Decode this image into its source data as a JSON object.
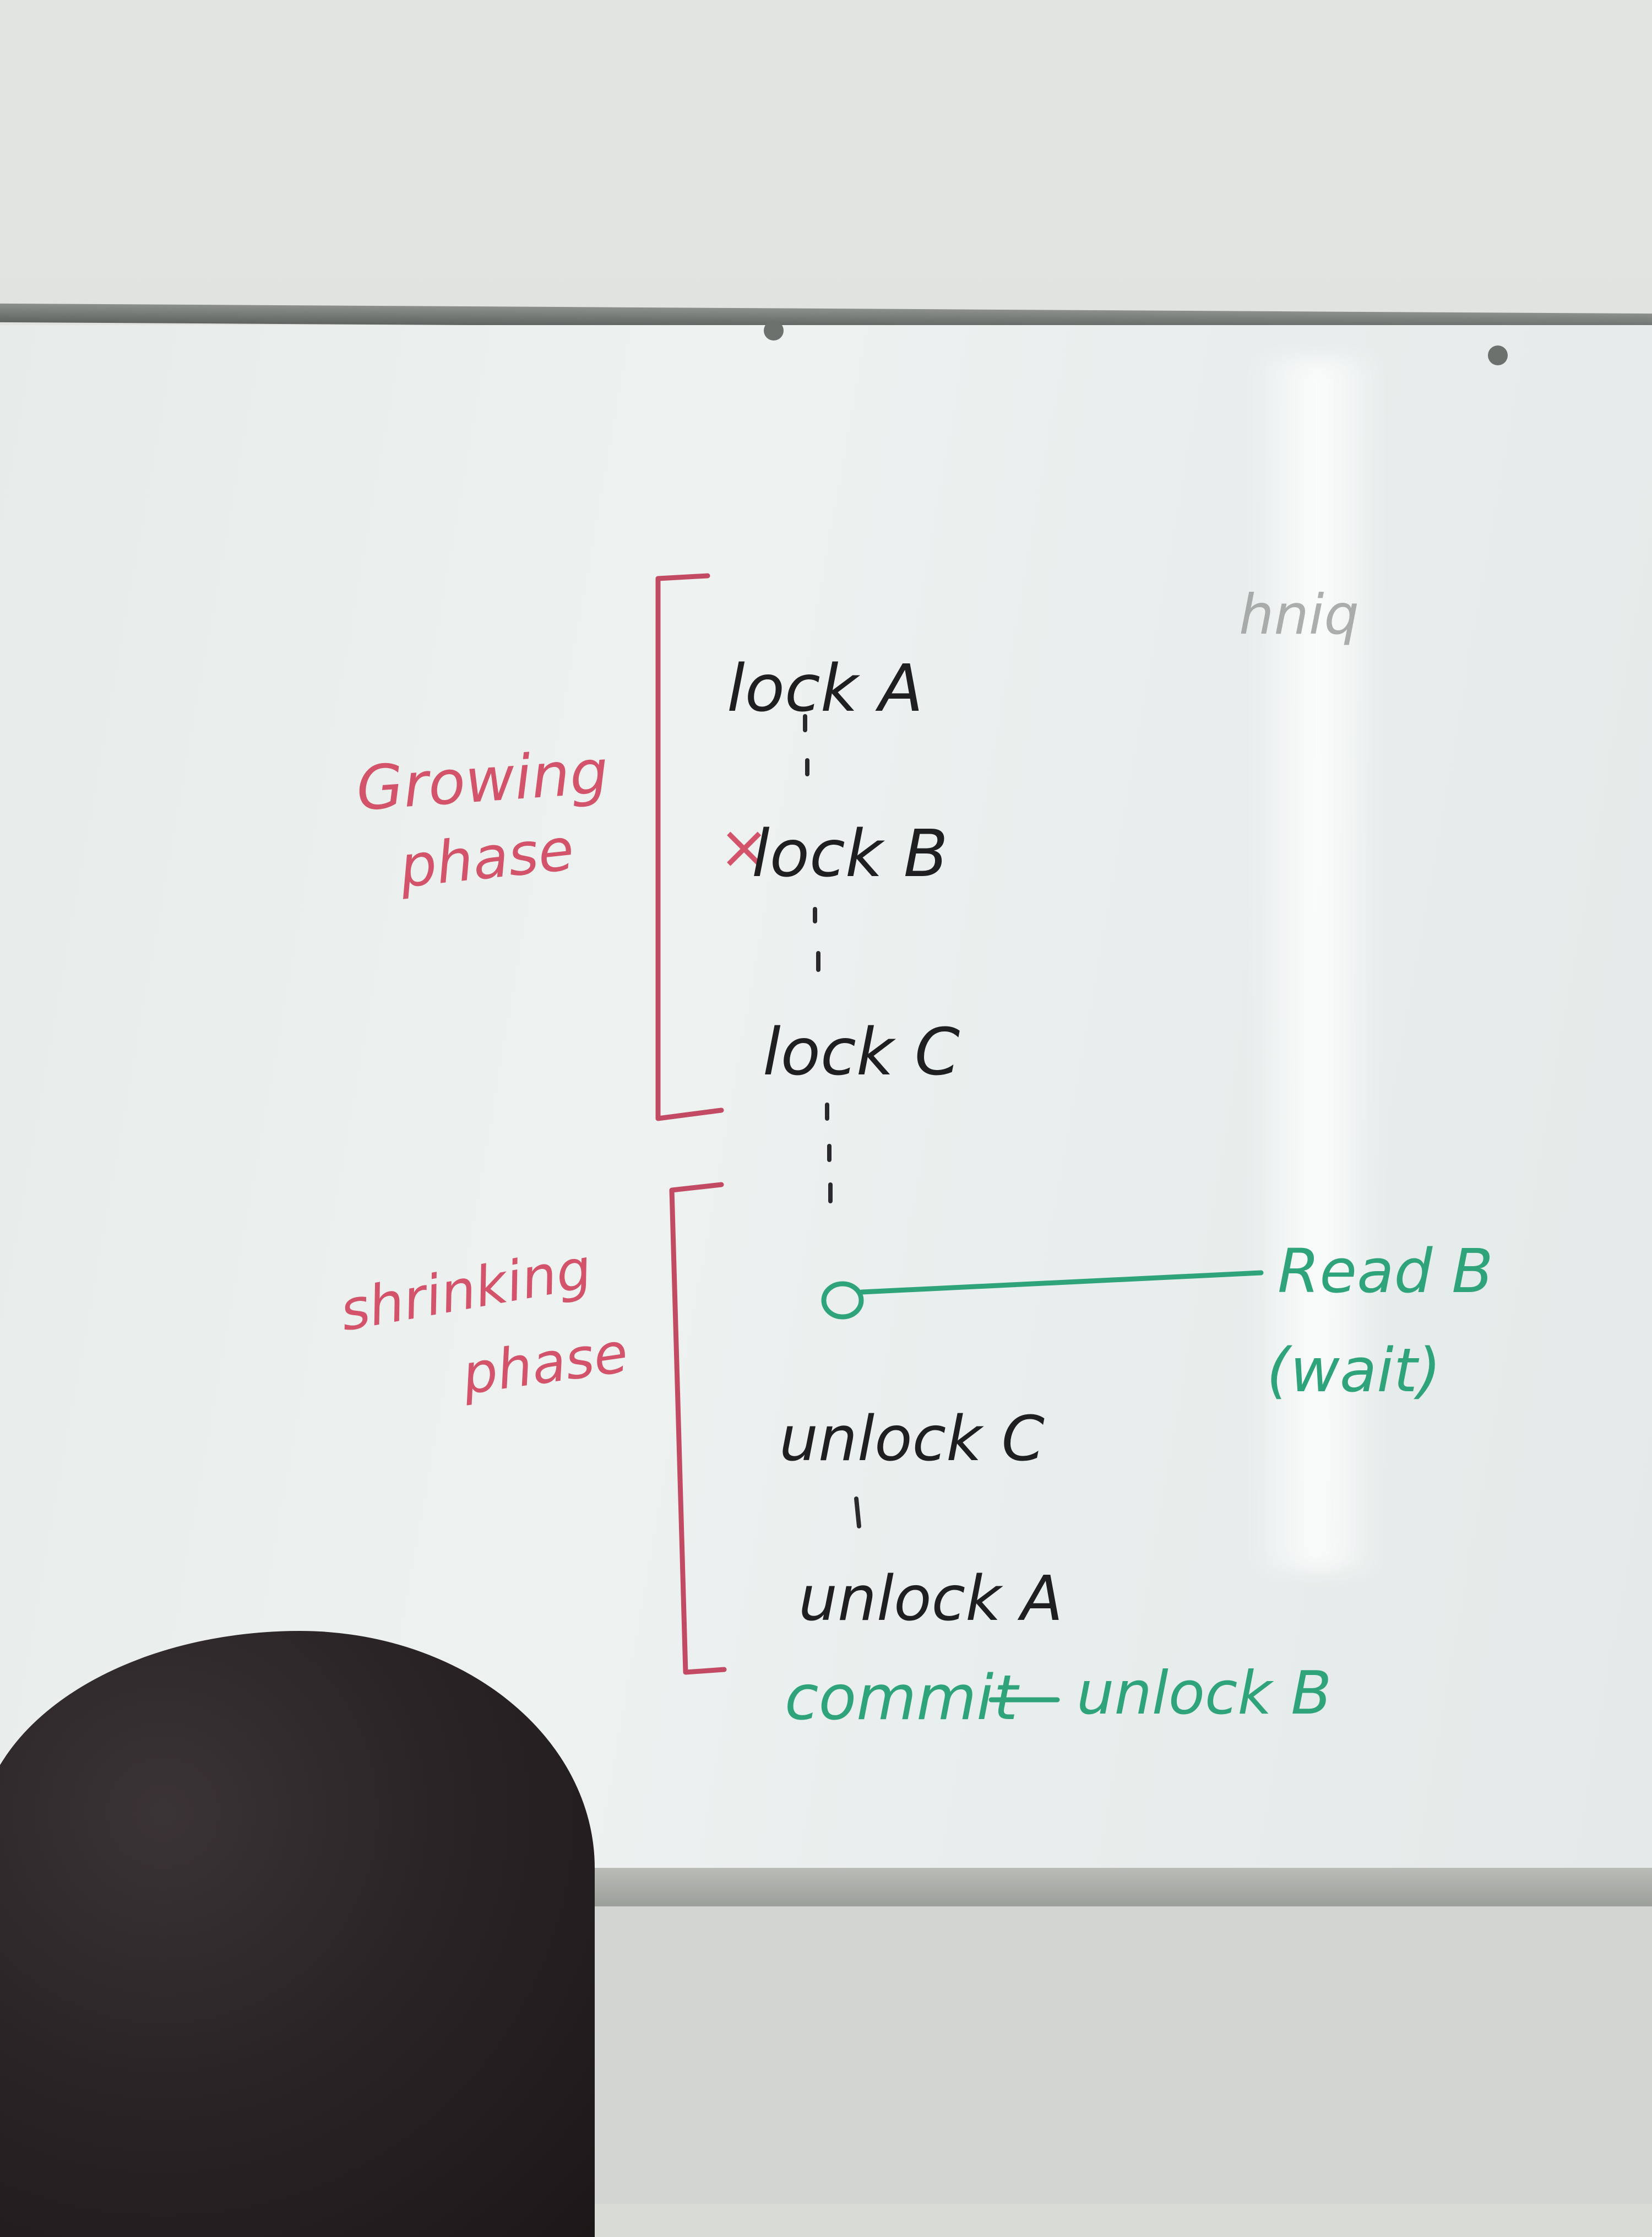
{
  "colors": {
    "black_ink": "#1f1f22",
    "red_ink": "#d2536a",
    "green_ink": "#2fa37a",
    "board": "#eef2f1"
  },
  "board": {
    "corner_text": "hniq",
    "growing_label_line1": "Growing",
    "growing_label_line2": "phase",
    "shrinking_label_line1": "shrinking",
    "shrinking_label_line2": "phase",
    "lock_a": "lock A",
    "lock_b": "lock B",
    "lock_b_mark": "×",
    "lock_c": "lock C",
    "unlock_c": "unlock C",
    "unlock_a": "unlock A",
    "read_b": "Read B",
    "wait": "(wait)",
    "commit": "commit",
    "commit_unlock_b": "unlock B"
  }
}
